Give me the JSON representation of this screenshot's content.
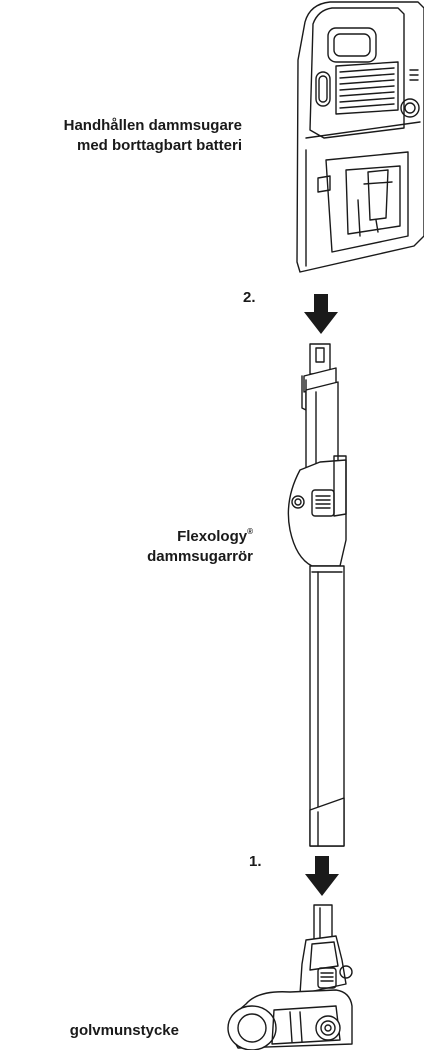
{
  "labels": {
    "handheld_line1": "Handhållen dammsugare",
    "handheld_line2": "med borttagbart batteri",
    "wand_name": "Flexology",
    "wand_reg": "®",
    "wand_line2": "dammsugarrör",
    "floor_nozzle": "golvmunstycke"
  },
  "steps": {
    "step2": "2.",
    "step1": "1."
  },
  "colors": {
    "line": "#1a1a1a",
    "fill": "#ffffff"
  }
}
